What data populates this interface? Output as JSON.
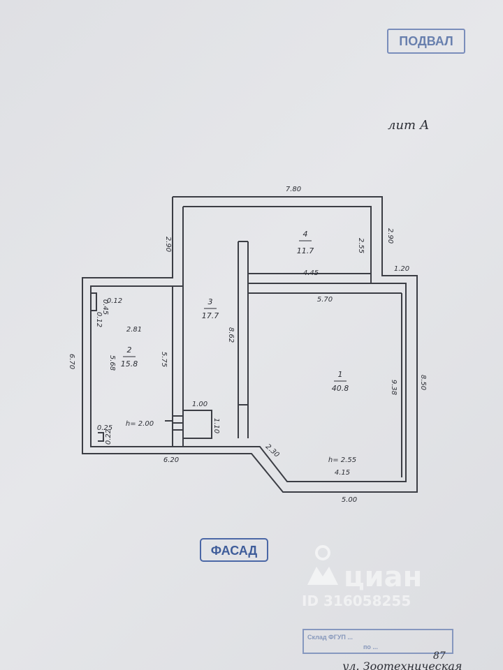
{
  "stamps": {
    "top_right": "ПОДВАЛ",
    "facade": "ФАСАД",
    "bottom_right_line1": "Склад ФГУП ...",
    "bottom_right_line2": "по ..."
  },
  "handwriting": {
    "sheet_label": "лит А",
    "page_number": "87",
    "street": "ул. Зоотехническая"
  },
  "rooms": [
    {
      "number": "1",
      "area": "40.8"
    },
    {
      "number": "2",
      "area": "15.8"
    },
    {
      "number": "3",
      "area": "17.7"
    },
    {
      "number": "4",
      "area": "11.7"
    }
  ],
  "dimensions": {
    "top_width": "7.80",
    "left_upper_height": "2.90",
    "right_upper_height": "2.90",
    "room4_height": "2.55",
    "room4_width": "4.45",
    "ledge_width": "1.20",
    "room1_top": "5.70",
    "right_total_height": "8.50",
    "room1_height": "9.38",
    "room3_height": "8.62",
    "room2_width": "2.81",
    "room2_height_left": "5.68",
    "room2_height_right": "5.75",
    "left_total_height": "6.70",
    "corner_a": "0.12",
    "corner_b": "0.12",
    "corner_c": "0.45",
    "stair_width": "1.00",
    "stair_height": "1.10",
    "stair_corner_a": "0.25",
    "stair_corner_b": "0.22",
    "bottom_left_width": "6.20",
    "diagonal": "2.30",
    "room1_bottom": "4.15",
    "bottom_right_width": "5.00",
    "ceiling_room2": "h= 2.00",
    "ceiling_room1": "h= 2.55"
  },
  "watermark": {
    "brand": "циан",
    "id": "ID 316058255"
  }
}
